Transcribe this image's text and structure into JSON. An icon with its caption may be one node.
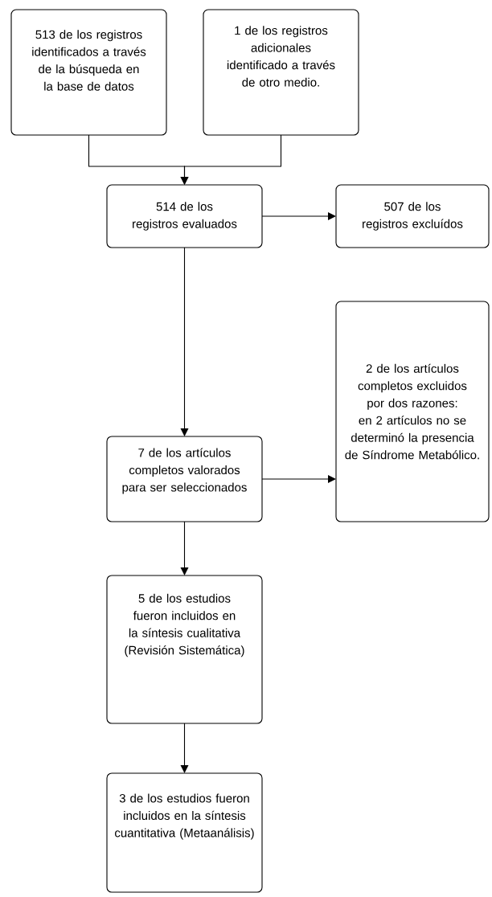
{
  "diagram": {
    "nodes": [
      {
        "text": [
          "513 de los registros identificados a través de la búsqueda en la base de datos"
        ]
      },
      {
        "text": [
          "1 de los registros adicionales identificado a través de otro medio."
        ]
      },
      {
        "text": [
          "514 de los registros evaluados"
        ]
      },
      {
        "text": [
          "507 de los registros excluídos"
        ]
      },
      {
        "text": [
          "2 de los artículos completos excluidos por dos razones: en 2 artículos no se determinó la presencia de Síndrome Metabólico."
        ]
      },
      {
        "text": [
          "7 de los artículos completos valorados para ser seleccionados"
        ]
      },
      {
        "text": [
          "5 de los estudios fueron incluidos en la síntesis cualitativa (Revisión Sistemática)"
        ]
      },
      {
        "text": [
          "3 de los estudios fueron incluidos en la síntesis cuantitativa (Metaanálisis)"
        ]
      }
    ],
    "edges": [
      {
        "from": 0,
        "to": 2,
        "arrow": "to"
      },
      {
        "from": 1,
        "to": 2,
        "arrow": "to"
      },
      {
        "from": 2,
        "to": 3,
        "arrow": "to"
      },
      {
        "from": 2,
        "to": 5,
        "arrow": "to"
      },
      {
        "from": 5,
        "to": 4,
        "arrow": "to"
      },
      {
        "from": 5,
        "to": 6,
        "arrow": "to"
      },
      {
        "from": 6,
        "to": 7,
        "arrow": "to"
      }
    ]
  }
}
